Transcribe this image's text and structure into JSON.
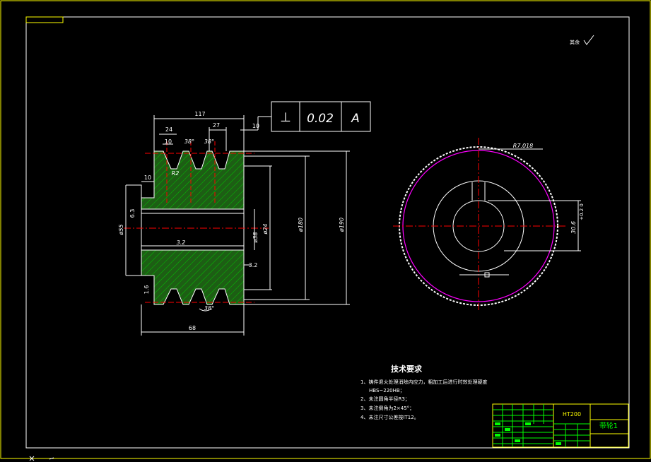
{
  "dimensions": {
    "overall_length": "117",
    "groove_pitch_top": "24",
    "groove_width": "10",
    "groove_pitch": "27",
    "edge_offset": "10",
    "flank_angle_1": "38°",
    "flank_angle_2": "38°",
    "flank_angle_bottom": "38°",
    "groove_radius": "R2",
    "hub_step": "10",
    "roughness_left": "6.3",
    "hub_dia": "ø55",
    "chamfer_lower": "1.6",
    "roughness_inner": "3.2",
    "bore_dia": "ø38",
    "bore_dia_2": "ø24",
    "outer_dia_1": "ø180",
    "outer_dia_2": "ø190",
    "width_total": "68",
    "surface_note": "3.2",
    "rim_dia": "R7.018",
    "keyway_depth": "30.6",
    "keyway_tol": "+0.2\n0"
  },
  "fcf": {
    "symbol": "⊥",
    "tolerance": "0.02",
    "datum": "A"
  },
  "corner_note": "其余",
  "tech": {
    "title": "技术要求",
    "lines": [
      "1、铸件退火处理消除内应力，粗加工后进行时效处理硬度",
      "HBS~220HB；",
      "2、未注圆角半径R3；",
      "3、未注倒角为2×45°；",
      "4、未注尺寸公差按IT12。"
    ]
  },
  "title_block": {
    "material": "HT200",
    "part_name": "带轮1"
  },
  "colors": {
    "background": "#000000",
    "section": "#00ff00",
    "dim": "#ffffff",
    "centerline": "#ff0000",
    "border": "#ffffff",
    "frame": "#ffff00",
    "rim": "#ff00ff"
  }
}
